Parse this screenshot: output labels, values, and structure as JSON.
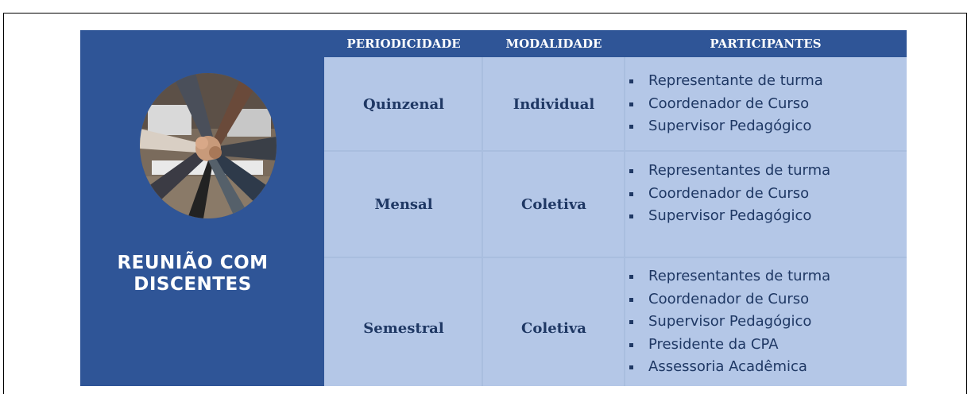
{
  "left_panel": {
    "title": "REUNIÃO  COM\nDISCENTES",
    "title_line1": "REUNIÃO  COM",
    "title_line2": "DISCENTES"
  },
  "headers": {
    "periodicidade": "PERIODICIDADE",
    "modalidade": "MODALIDADE",
    "participantes": "PARTICIPANTES"
  },
  "rows": [
    {
      "periodicidade": "Quinzenal",
      "modalidade": "Individual",
      "participantes": [
        "Representante de turma",
        "Coordenador de Curso",
        "Supervisor Pedagógico"
      ]
    },
    {
      "periodicidade": "Mensal",
      "modalidade": "Coletiva",
      "participantes": [
        "Representantes de turma",
        "Coordenador de Curso",
        "Supervisor Pedagógico"
      ]
    },
    {
      "periodicidade": "Semestral",
      "modalidade": "Coletiva",
      "participantes": [
        "Representantes de turma",
        "Coordenador de Curso",
        "Supervisor Pedagógico",
        "Presidente da CPA",
        "Assessoria Acadêmica"
      ]
    }
  ],
  "colors": {
    "dark_blue": "#2f5597",
    "light_blue": "#b4c7e7",
    "text_navy": "#1f3864"
  }
}
